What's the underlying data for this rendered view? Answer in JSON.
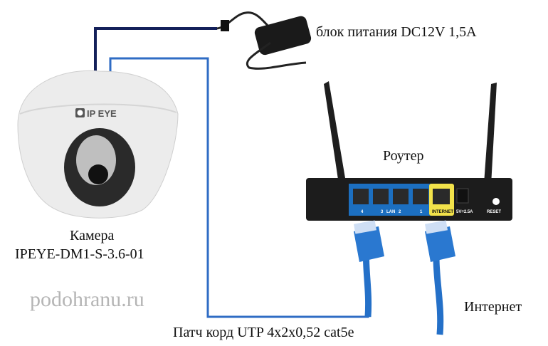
{
  "labels": {
    "power_supply": "блок питания DC12V 1,5A",
    "router": "Роутер",
    "camera_line1": "Камера",
    "camera_line2": "IPEYE-DM1-S-3.6-01",
    "internet": "Интернет",
    "patch_cord": "Патч корд UTP 4x2x0,52 cat5e"
  },
  "watermark": "podohranu.ru",
  "camera_logo": "IP EYE",
  "router_ports": {
    "lan": [
      "4",
      "3",
      "LAN",
      "2",
      "1"
    ],
    "internet": "INTERNET",
    "power": "5V=2.5A",
    "reset": "RESET"
  },
  "colors": {
    "power_wire": "#14205a",
    "utp_wire": "#2f6cc4",
    "lan_panel": "#1c6fc0",
    "internet_panel": "#f2e24a",
    "cable": "#2470c8"
  }
}
